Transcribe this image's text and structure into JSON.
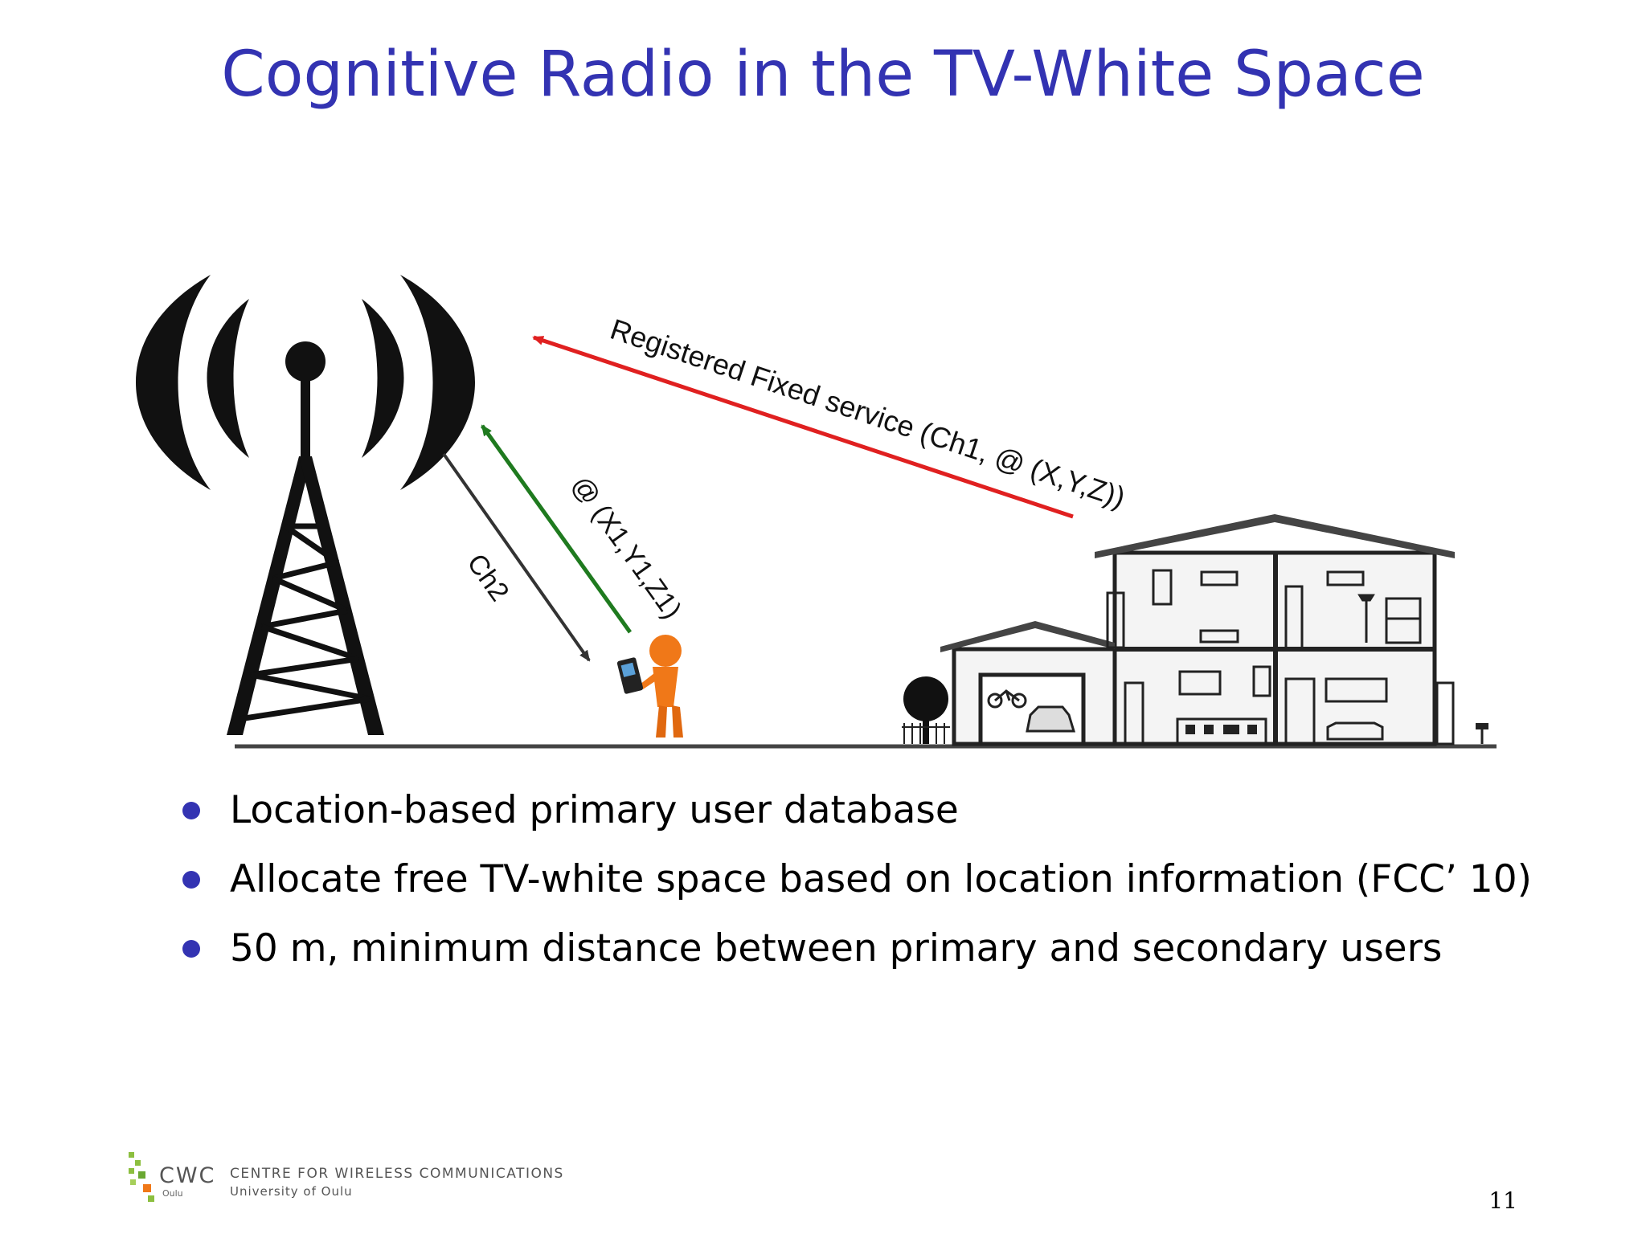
{
  "slide": {
    "title": "Cognitive Radio in the TV-White Space",
    "page_number": "11"
  },
  "diagram": {
    "labels": {
      "registered_fixed": "Registered Fixed service (Ch1, @ (X,Y,Z))",
      "location": "@ (X1,Y1,Z1)",
      "channel": "Ch2"
    },
    "colors": {
      "registered_arrow": "#e02020",
      "location_arrow": "#1f7a1f",
      "channel_arrow": "#333333",
      "person": "#f07818"
    }
  },
  "bullets": [
    "Location-based primary user database",
    "Allocate free TV-white space based on location information (FCC’ 10)",
    "50 m, minimum distance between primary and secondary users"
  ],
  "footer": {
    "logo_text": "CWC",
    "logo_small": "Oulu",
    "org_name": "CENTRE FOR WIRELESS COMMUNICATIONS",
    "org_sub": "University of Oulu"
  },
  "theme": {
    "accent": "#3333b2"
  }
}
